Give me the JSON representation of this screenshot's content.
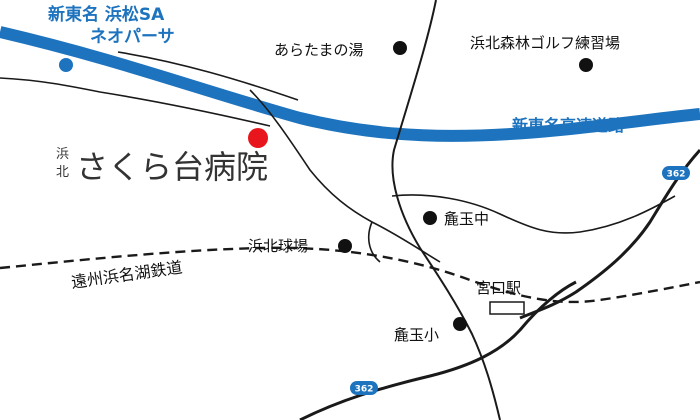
{
  "colors": {
    "expressway": "#1e73be",
    "road": "#1a1a1a",
    "railway": "#1a1a1a",
    "hospital_marker": "#e8161c",
    "sa_marker": "#1e73be",
    "route_shield": "#1e73be"
  },
  "sa": {
    "label_line1": "新東名 浜松SA",
    "label_line2": "ネオパーサ"
  },
  "expressway": {
    "label": "新東名高速道路"
  },
  "hospital": {
    "prefix_top": "浜",
    "prefix_bottom": "北",
    "name": "さくら台病院"
  },
  "landmarks": {
    "onsen": "あらたまの湯",
    "golf": "浜北森林ゴルフ練習場",
    "junior_high": "麁玉中",
    "ballpark": "浜北球場",
    "elementary": "麁玉小"
  },
  "station": {
    "label": "宮口駅"
  },
  "railway": {
    "label": "遠州浜名湖鉄道"
  },
  "route_shields": {
    "east": "362",
    "south": "362"
  }
}
